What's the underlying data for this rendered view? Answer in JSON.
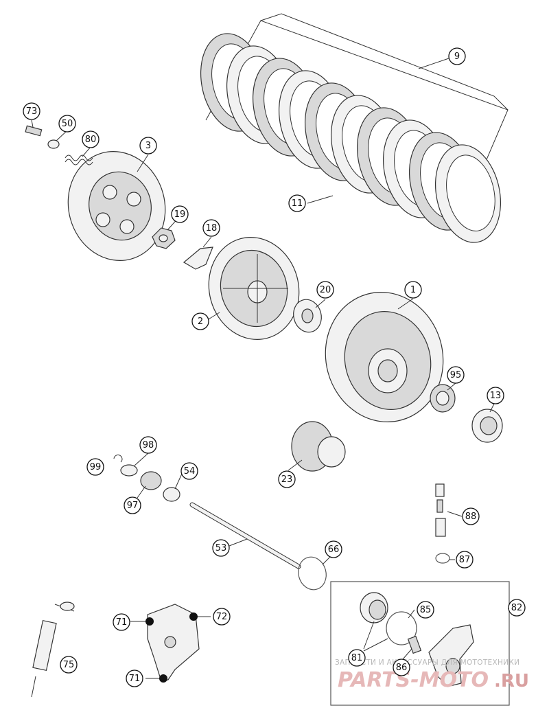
{
  "callouts": [
    {
      "label": "9"
    },
    {
      "label": "11"
    },
    {
      "label": "73"
    },
    {
      "label": "50"
    },
    {
      "label": "80"
    },
    {
      "label": "3"
    },
    {
      "label": "19"
    },
    {
      "label": "18"
    },
    {
      "label": "2"
    },
    {
      "label": "20"
    },
    {
      "label": "1"
    },
    {
      "label": "95"
    },
    {
      "label": "13"
    },
    {
      "label": "23"
    },
    {
      "label": "98"
    },
    {
      "label": "99"
    },
    {
      "label": "54"
    },
    {
      "label": "97"
    },
    {
      "label": "88"
    },
    {
      "label": "53"
    },
    {
      "label": "66"
    },
    {
      "label": "87"
    },
    {
      "label": "82"
    },
    {
      "label": "85"
    },
    {
      "label": "81"
    },
    {
      "label": "86"
    },
    {
      "label": "71"
    },
    {
      "label": "72"
    },
    {
      "label": "71"
    },
    {
      "label": "75"
    }
  ],
  "watermark": {
    "caption": "ЗАПЧАСТИ И АКСЕССУАРЫ ДЛЯ МОТОТЕХНИКИ",
    "logo": "PARTS-MOTO",
    "suffix": ".RU"
  }
}
